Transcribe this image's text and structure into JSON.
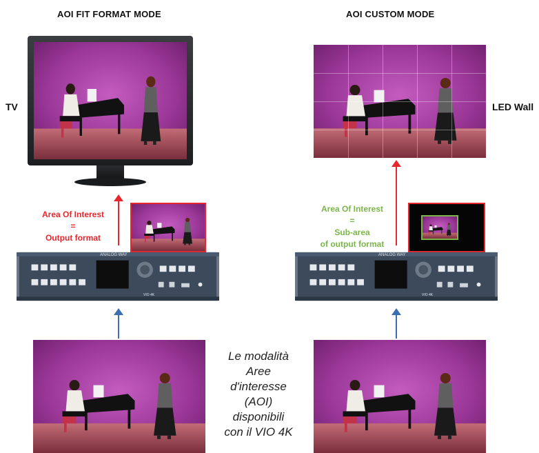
{
  "left": {
    "title": "AOI FIT FORMAT MODE",
    "display_label": "TV",
    "aoi_lines": [
      "Area Of Interest",
      "=",
      "Output format"
    ],
    "device_brand": "ANALOG WAY",
    "device_model": "VIO 4K"
  },
  "right": {
    "title": "AOI CUSTOM MODE",
    "display_label": "LED Wall",
    "aoi_lines": [
      "Area Of Interest",
      "=",
      "Sub-area",
      "of output format"
    ],
    "device_brand": "ANALOG WAY",
    "device_model": "VIO 4K"
  },
  "caption_lines": [
    "Le modalità",
    "Aree",
    "d'interesse",
    "(AOI)",
    "disponibili",
    "con il VIO 4K"
  ],
  "colors": {
    "red": "#e8262e",
    "green": "#7ab648",
    "blue": "#3a6fb0",
    "stage": "#a03c9c",
    "device": "#3c4a5c"
  }
}
